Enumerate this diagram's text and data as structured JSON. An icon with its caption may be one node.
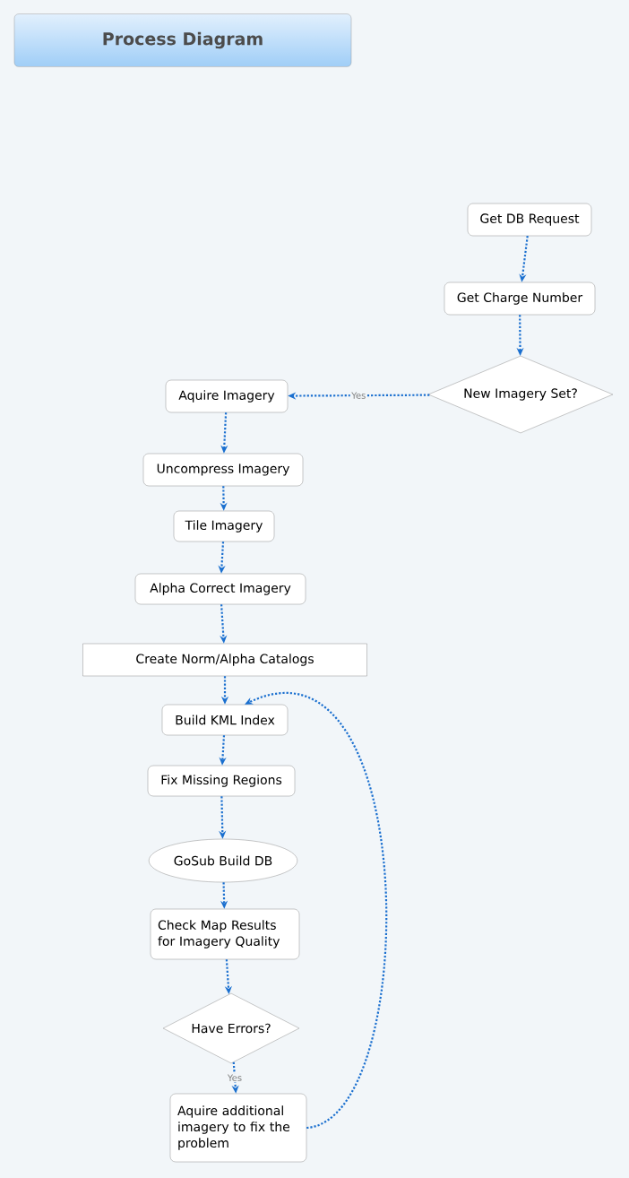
{
  "diagram": {
    "title": "Process Diagram",
    "nodes": [
      {
        "text": [
          "Get DB Request"
        ]
      },
      {
        "text": [
          "Get Charge Number"
        ]
      },
      {
        "text": [
          "New Imagery Set?"
        ]
      },
      {
        "text": [
          "Aquire Imagery"
        ]
      },
      {
        "text": [
          "Uncompress Imagery"
        ]
      },
      {
        "text": [
          "Tile Imagery"
        ]
      },
      {
        "text": [
          "Alpha Correct Imagery"
        ]
      },
      {
        "text": [
          "Create Norm/Alpha Catalogs"
        ]
      },
      {
        "text": [
          "Build KML Index"
        ]
      },
      {
        "text": [
          "Fix Missing Regions"
        ]
      },
      {
        "text": [
          "GoSub Build DB"
        ]
      },
      {
        "text": [
          "Check Map Results for Imagery Quality"
        ]
      },
      {
        "text": [
          "Have Errors?"
        ]
      },
      {
        "text": [
          "Aquire additional imagery to fix the problem"
        ]
      }
    ],
    "edges": [
      {
        "from": 0,
        "to": 1,
        "arrow": "to"
      },
      {
        "from": 1,
        "to": 2,
        "arrow": "to"
      },
      {
        "from": 2,
        "to": 3,
        "arrow": "to",
        "label": "Yes"
      },
      {
        "from": 3,
        "to": 4,
        "arrow": "to"
      },
      {
        "from": 4,
        "to": 5,
        "arrow": "to"
      },
      {
        "from": 5,
        "to": 6,
        "arrow": "to"
      },
      {
        "from": 6,
        "to": 7,
        "arrow": "to"
      },
      {
        "from": 7,
        "to": 8,
        "arrow": "to"
      },
      {
        "from": 8,
        "to": 9,
        "arrow": "to"
      },
      {
        "from": 9,
        "to": 10,
        "arrow": "to"
      },
      {
        "from": 10,
        "to": 11,
        "arrow": "to"
      },
      {
        "from": 11,
        "to": 12,
        "arrow": "to"
      },
      {
        "from": 12,
        "to": 13,
        "arrow": "to",
        "label": "Yes"
      },
      {
        "from": 13,
        "to": 8,
        "arrow": "to"
      }
    ]
  }
}
